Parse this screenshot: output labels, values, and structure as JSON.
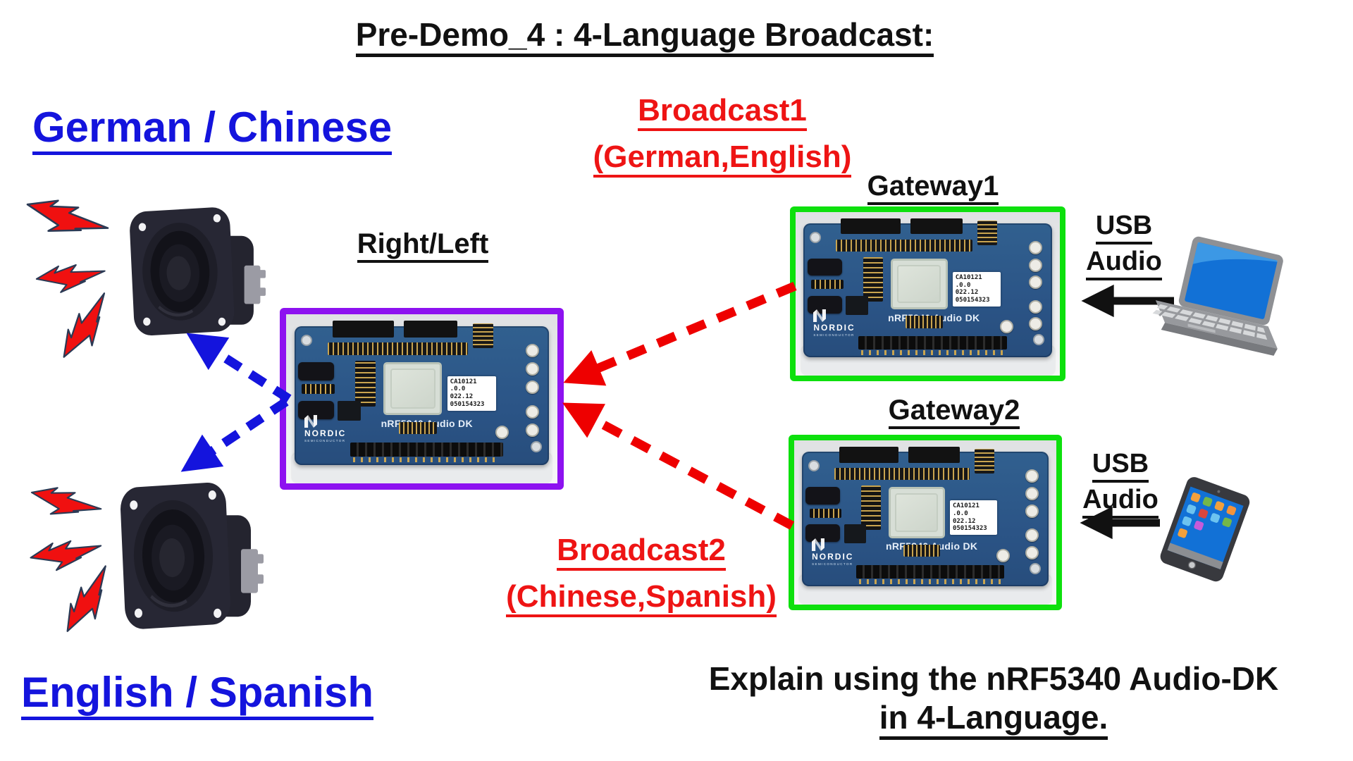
{
  "title": "Pre-Demo_4 : 4-Language Broadcast:",
  "labels": {
    "german_chinese": "German / Chinese",
    "english_spanish": "English / Spanish",
    "right_left": "Right/Left",
    "broadcast1": "Broadcast1",
    "broadcast1_langs": "(German,English)",
    "broadcast2": "Broadcast2",
    "broadcast2_langs": "(Chinese,Spanish)",
    "gateway1": "Gateway1",
    "gateway2": "Gateway2",
    "usb": "USB",
    "audio": "Audio",
    "explain_line1": "Explain using the nRF5340 Audio-DK",
    "explain_line2": "in 4-Language."
  },
  "board": {
    "title": "nRF5340 Audio DK",
    "brand": "NORDIC",
    "brand_sub": "SEMICONDUCTOR",
    "sticker_lines": [
      "CA10121",
      ".0.0",
      "022.12",
      "050154323"
    ]
  },
  "colors": {
    "heading_blue": "#1414dd",
    "broadcast_red": "#ee1414",
    "gateway_border_green": "#0de00d",
    "receiver_border_purple": "#8d12f0",
    "arrow_red": "#ee0000",
    "arrow_blue": "#1414dd",
    "arrow_black": "#111111",
    "bolt_red": "#f01010"
  }
}
